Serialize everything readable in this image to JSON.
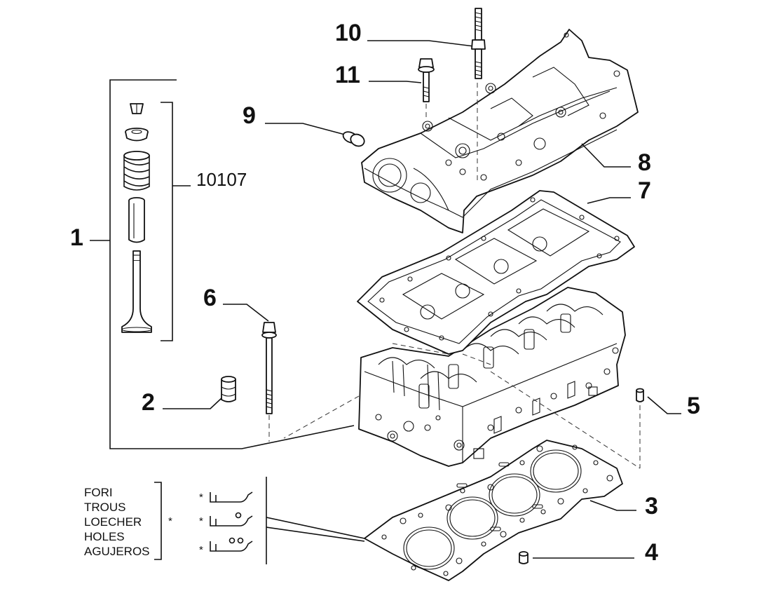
{
  "callouts": {
    "c1": "1",
    "c2": "2",
    "c3": "3",
    "c4": "4",
    "c5": "5",
    "c6": "6",
    "c7": "7",
    "c8": "8",
    "c9": "9",
    "c10": "10",
    "c11": "11",
    "kit": "10107"
  },
  "legend": {
    "lines": [
      "FORI",
      "TROUS",
      "LOECHER",
      "HOLES",
      "AGUJEROS"
    ],
    "marker": "*"
  }
}
